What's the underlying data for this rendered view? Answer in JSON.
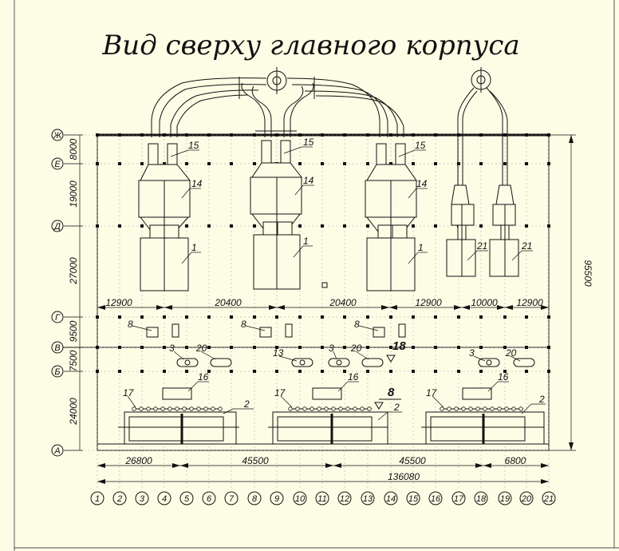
{
  "title": "Вид сверху главного корпуса",
  "columns": [
    "1",
    "2",
    "3",
    "4",
    "5",
    "6",
    "7",
    "8",
    "9",
    "10",
    "11",
    "12",
    "13",
    "14",
    "15",
    "16",
    "17",
    "18",
    "19",
    "20",
    "21"
  ],
  "rows": [
    "Ж",
    "Е",
    "Д",
    "Г",
    "В",
    "Б",
    "А"
  ],
  "left_dims": [
    "8000",
    "19000",
    "27000",
    "9500",
    "7500",
    "24000"
  ],
  "right_dim": "95500",
  "mid_dims": [
    "12900",
    "20400",
    "20400",
    "12900",
    "10000",
    "12900"
  ],
  "bottom_dims": [
    "26800",
    "45500",
    "45500",
    "6800"
  ],
  "overall_dim": "136080",
  "labels": {
    "l15": "15",
    "l14": "14",
    "l1": "1",
    "l21": "21",
    "l8": "8",
    "l3": "3",
    "l20": "20",
    "l13": "13",
    "l18": "18",
    "l16": "16",
    "l17": "17",
    "l2": "2",
    "l8b": "8"
  }
}
